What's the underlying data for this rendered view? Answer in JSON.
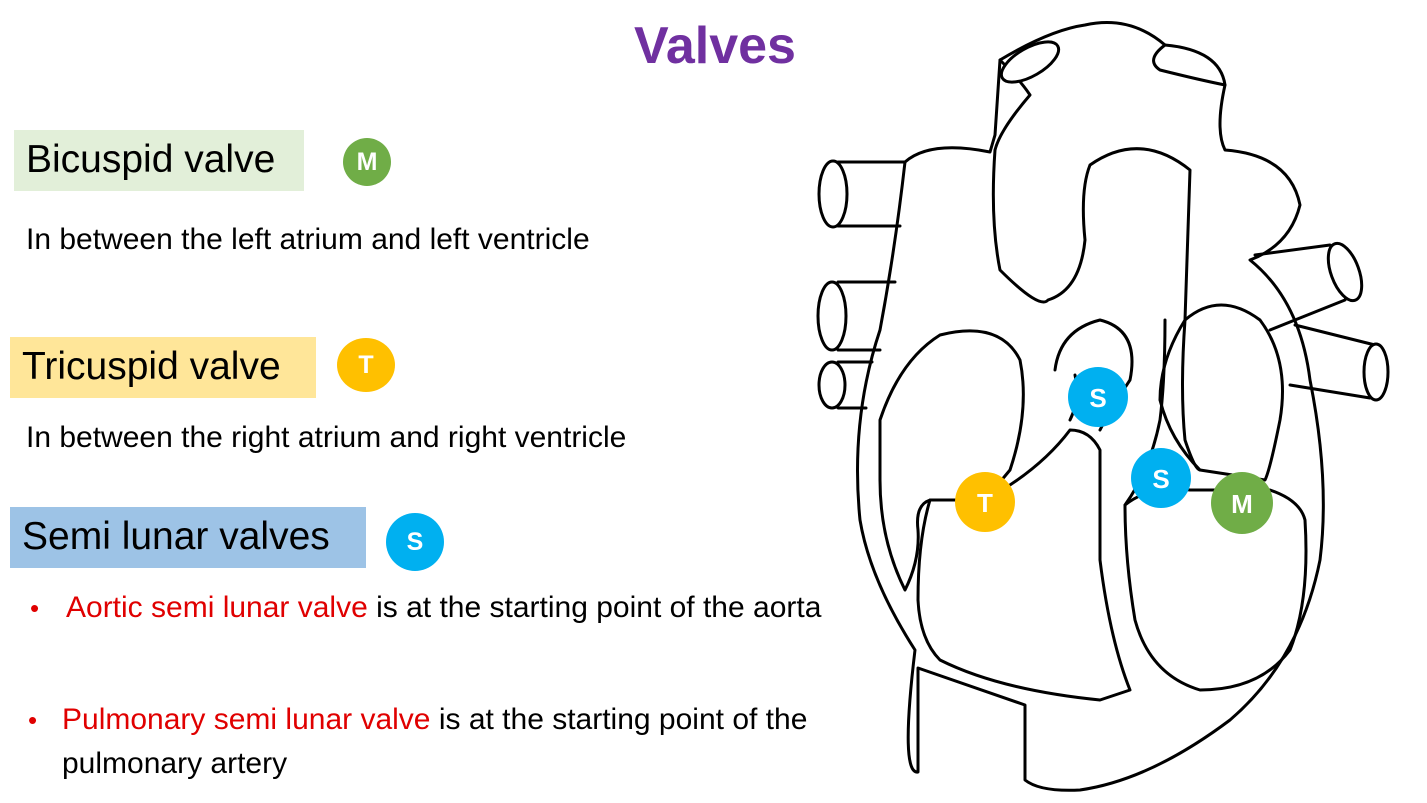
{
  "title": "Valves",
  "colors": {
    "title": "#7030a0",
    "green": "#70ad47",
    "green_bg": "#e2efd9",
    "orange": "#ffc000",
    "orange_bg": "#ffe699",
    "blue": "#00b0f0",
    "blue_bg": "#9dc3e6",
    "red": "#e00000"
  },
  "sections": {
    "bicuspid": {
      "label": "Bicuspid valve",
      "badge": "M",
      "description": "In between the left atrium and left ventricle"
    },
    "tricuspid": {
      "label": "Tricuspid valve",
      "badge": "T",
      "description": "In between the right atrium and right ventricle"
    },
    "semilunar": {
      "label": "Semi lunar valves",
      "badge": "S",
      "bullets": [
        {
          "highlight": "Aortic semi lunar valve",
          "text": " is at the starting point of the aorta"
        },
        {
          "highlight": "Pulmonary semi lunar valve",
          "text": " is at the starting point of the pulmonary artery"
        }
      ]
    }
  },
  "diagram": {
    "markers": [
      "T",
      "S",
      "S",
      "M"
    ]
  }
}
